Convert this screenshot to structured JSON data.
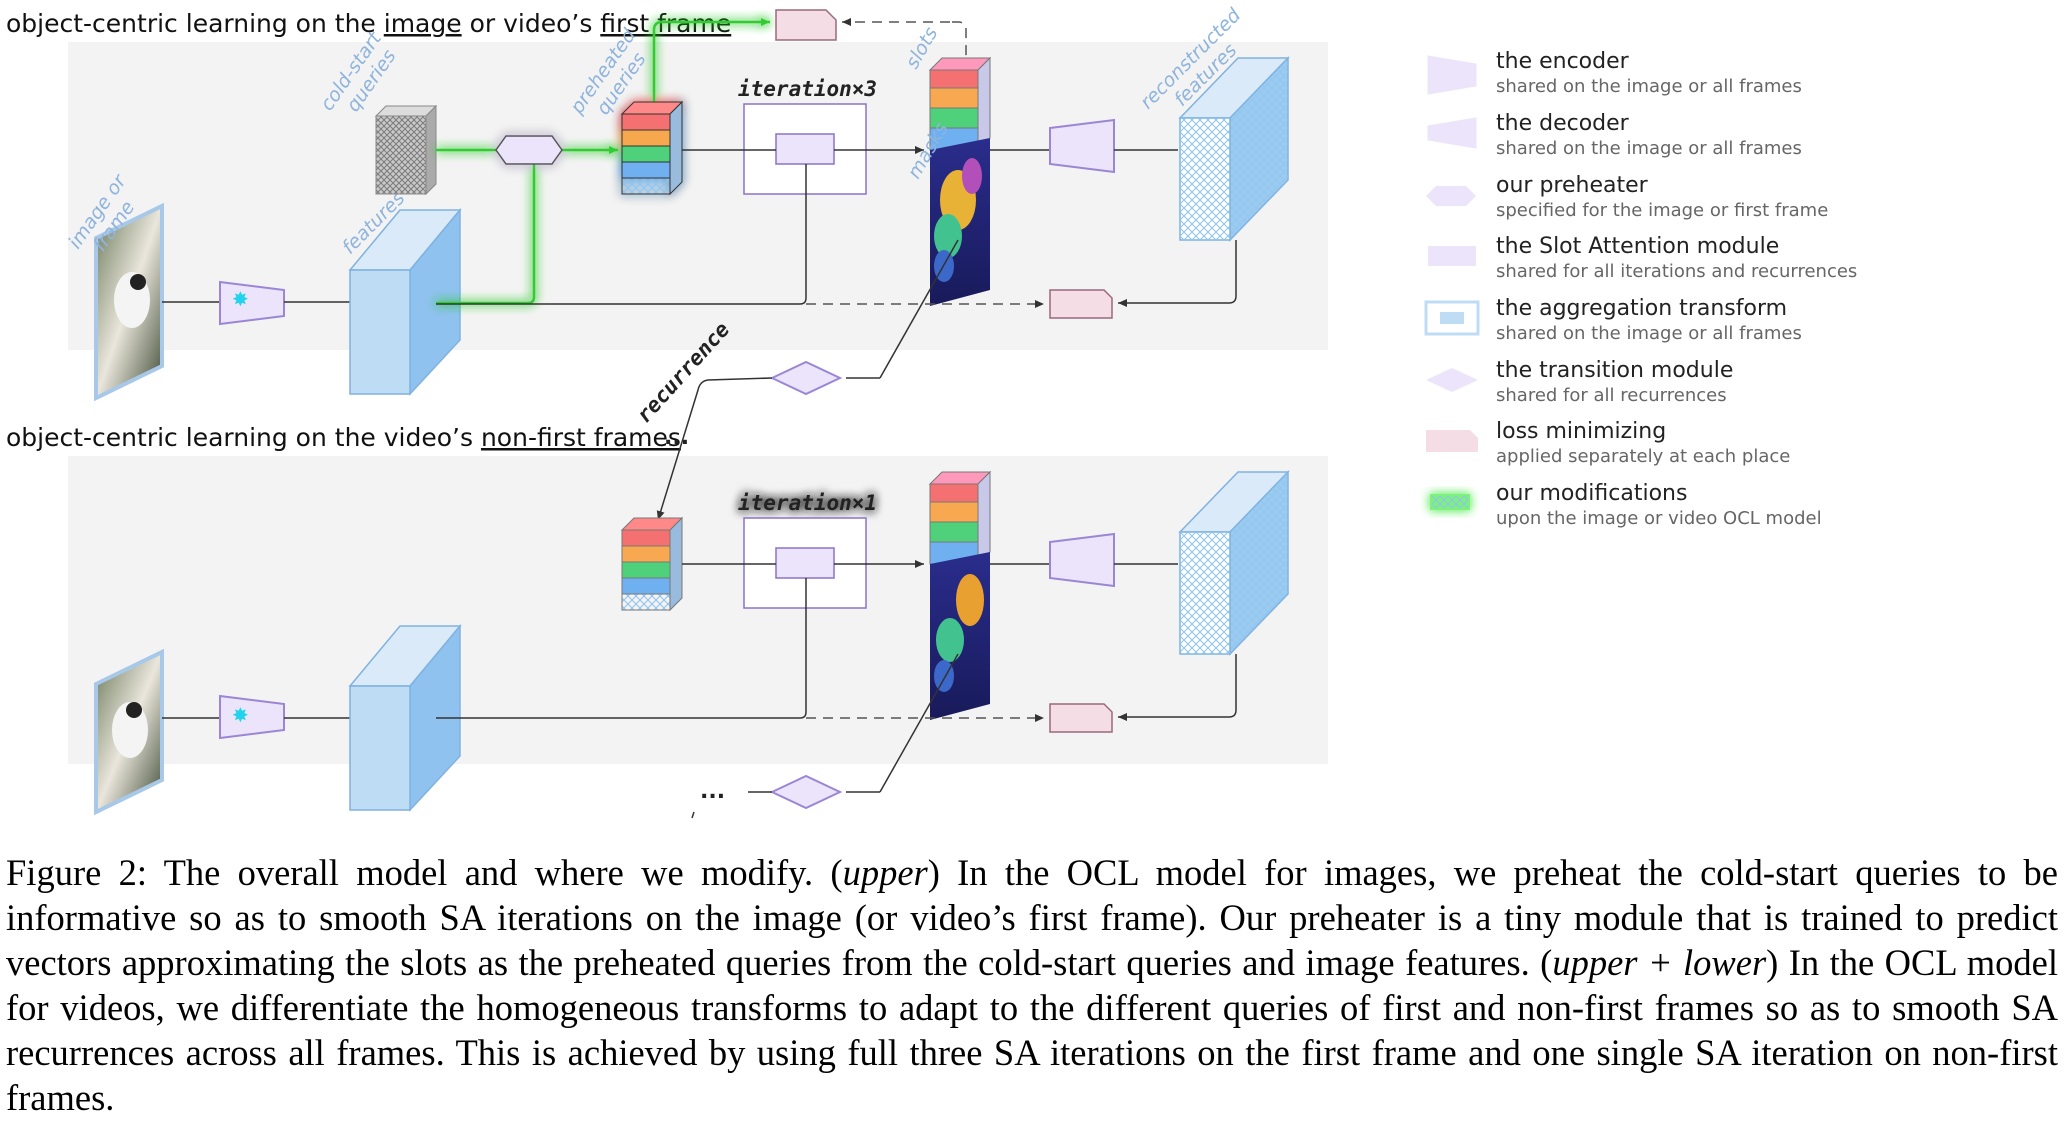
{
  "figure": {
    "upper_title_prefix": "object-centric learning on the ",
    "upper_title_u1": "image",
    "upper_title_mid": " or video’s ",
    "upper_title_u2": "first frame",
    "lower_title_prefix": "object-centric learning on the video’s ",
    "lower_title_u": "non-first frames",
    "labels": {
      "image_or_frame": [
        "image or",
        "frame"
      ],
      "features": "features",
      "cold_start": [
        "cold-start",
        "queries"
      ],
      "preheated": [
        "preheated",
        "queries"
      ],
      "slots": "slots",
      "masks": "masks",
      "reconstructed": [
        "reconstructed",
        "features"
      ],
      "iteration_upper": "iteration×3",
      "iteration_lower": "iteration×1",
      "recurrence": "recurrence",
      "ellipsis": "..."
    }
  },
  "legend": [
    {
      "icon": "encoder-trapezoid",
      "title": "the encoder",
      "sub": "shared on the image or all frames"
    },
    {
      "icon": "decoder-trapezoid",
      "title": "the decoder",
      "sub": "shared on the image or all frames"
    },
    {
      "icon": "preheater-hexagon",
      "title": "our preheater",
      "sub": "specified for the image or first frame"
    },
    {
      "icon": "slot-attention-rect",
      "title": "the Slot Attention module",
      "sub": "shared for all iterations and recurrences"
    },
    {
      "icon": "aggregation-rect",
      "title": "the aggregation transform",
      "sub": "shared on the image or all frames"
    },
    {
      "icon": "transition-diamond",
      "title": "the transition module",
      "sub": "shared for all recurrences"
    },
    {
      "icon": "loss-shape",
      "title": "loss minimizing",
      "sub": "applied separately at each place"
    },
    {
      "icon": "modification-glow",
      "title": "our modifications",
      "sub": "upon the image or video OCL model"
    }
  ],
  "caption": {
    "label": "Figure 2: The overall model and where we modify. (",
    "upper1": "upper",
    "part1": ") In the OCL model for images, we preheat the cold-start queries to be informative so as to smooth SA iterations on the image (or video’s first frame). Our preheater is a tiny module that is trained to predict vectors approximating the slots as the preheated queries from the cold-start queries and image features. (",
    "upper2": "upper + lower",
    "part2": ") In the OCL model for videos, we differentiate the homogeneous transforms to adapt to the different queries of first and non-first frames so as to smooth SA recurrences across all frames. This is achieved by using full three SA iterations on the first frame and one single SA iteration on non-first frames."
  },
  "colors": {
    "purple_fill": "#ebe4fa",
    "purple_stroke": "#9b86d6",
    "pink_fill": "#f5dde6",
    "pink_stroke": "#c48aa0",
    "blue_fill": "#bfdcf5",
    "blue_stroke": "#7fb2e0",
    "glow": "#38e838",
    "panel": "#f3f3f3"
  }
}
